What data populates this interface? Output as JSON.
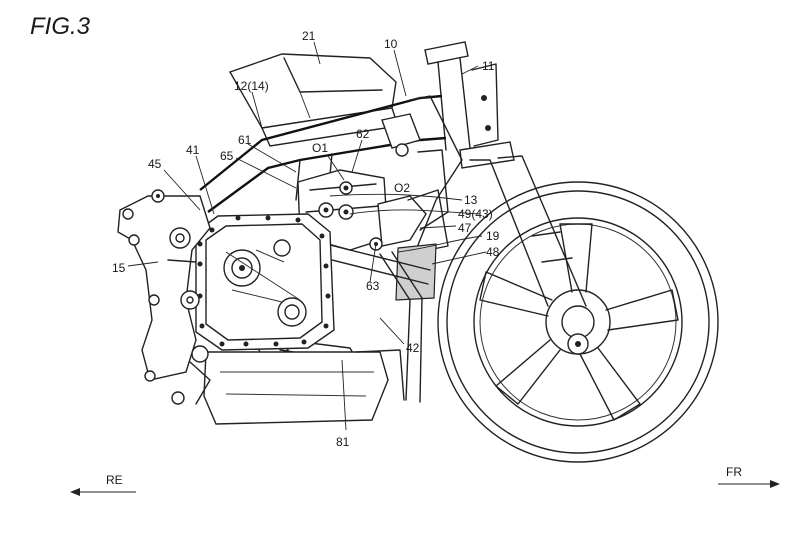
{
  "figure": {
    "title": "FIG.3"
  },
  "directions": {
    "rear": "RE",
    "front": "FR"
  },
  "labels": {
    "l21": "21",
    "l10": "10",
    "l11": "11",
    "l12": "12(14)",
    "l61": "61",
    "l62": "62",
    "lO1": "O1",
    "lO2": "O2",
    "l65": "65",
    "l41": "41",
    "l45": "45",
    "l13": "13",
    "l49": "49(43)",
    "l47": "47",
    "l19": "19",
    "l48": "48",
    "l15": "15",
    "l63": "63",
    "l42": "42",
    "l81": "81"
  }
}
